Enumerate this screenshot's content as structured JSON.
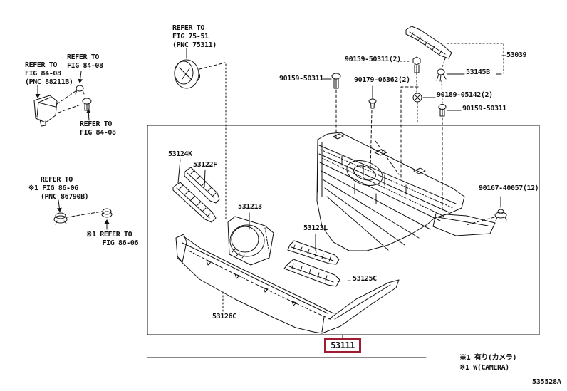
{
  "diagram": {
    "drawing_code": "535528A",
    "highlighted_part": "53111",
    "highlight_color": "#9e1b32",
    "line_color": "#111111",
    "notes": [
      "※1 有り(カメラ)",
      "※1 W(CAMERA)"
    ],
    "callouts": {
      "refer_fig_84_08_pnc88211b": "REFER TO\nFIG 84-08\n(PNC 88211B)",
      "refer_fig_84_08_top": "REFER TO\nFIG 84-08",
      "refer_fig_84_08_bottom": "REFER TO\nFIG 84-08",
      "refer_fig_75_51_pnc75311": "REFER TO\nFIG 75-51\n(PNC 75311)",
      "refer_fig_86_06_pnc86790b": "   REFER TO\n※1 FIG 86-06\n   (PNC 86790B)",
      "refer_fig_86_06": "※1 REFER TO\n    FIG 86-06",
      "p53124k": "53124K",
      "p53122f": "53122F",
      "p531213": "531213",
      "p53123l": "53123L",
      "p53125c": "53125C",
      "p53126c": "53126C",
      "p90159_50311_left": "90159-50311",
      "p90159_50311_top": "90159-50311(2)",
      "p90179_06362": "90179-06362(2)",
      "p53039": "53039",
      "p53145b": "53145B",
      "p90189_05142": "90189-05142(2)",
      "p90159_50311_right": "90159-50311",
      "p90167_40057": "90167-40057(12)"
    }
  }
}
